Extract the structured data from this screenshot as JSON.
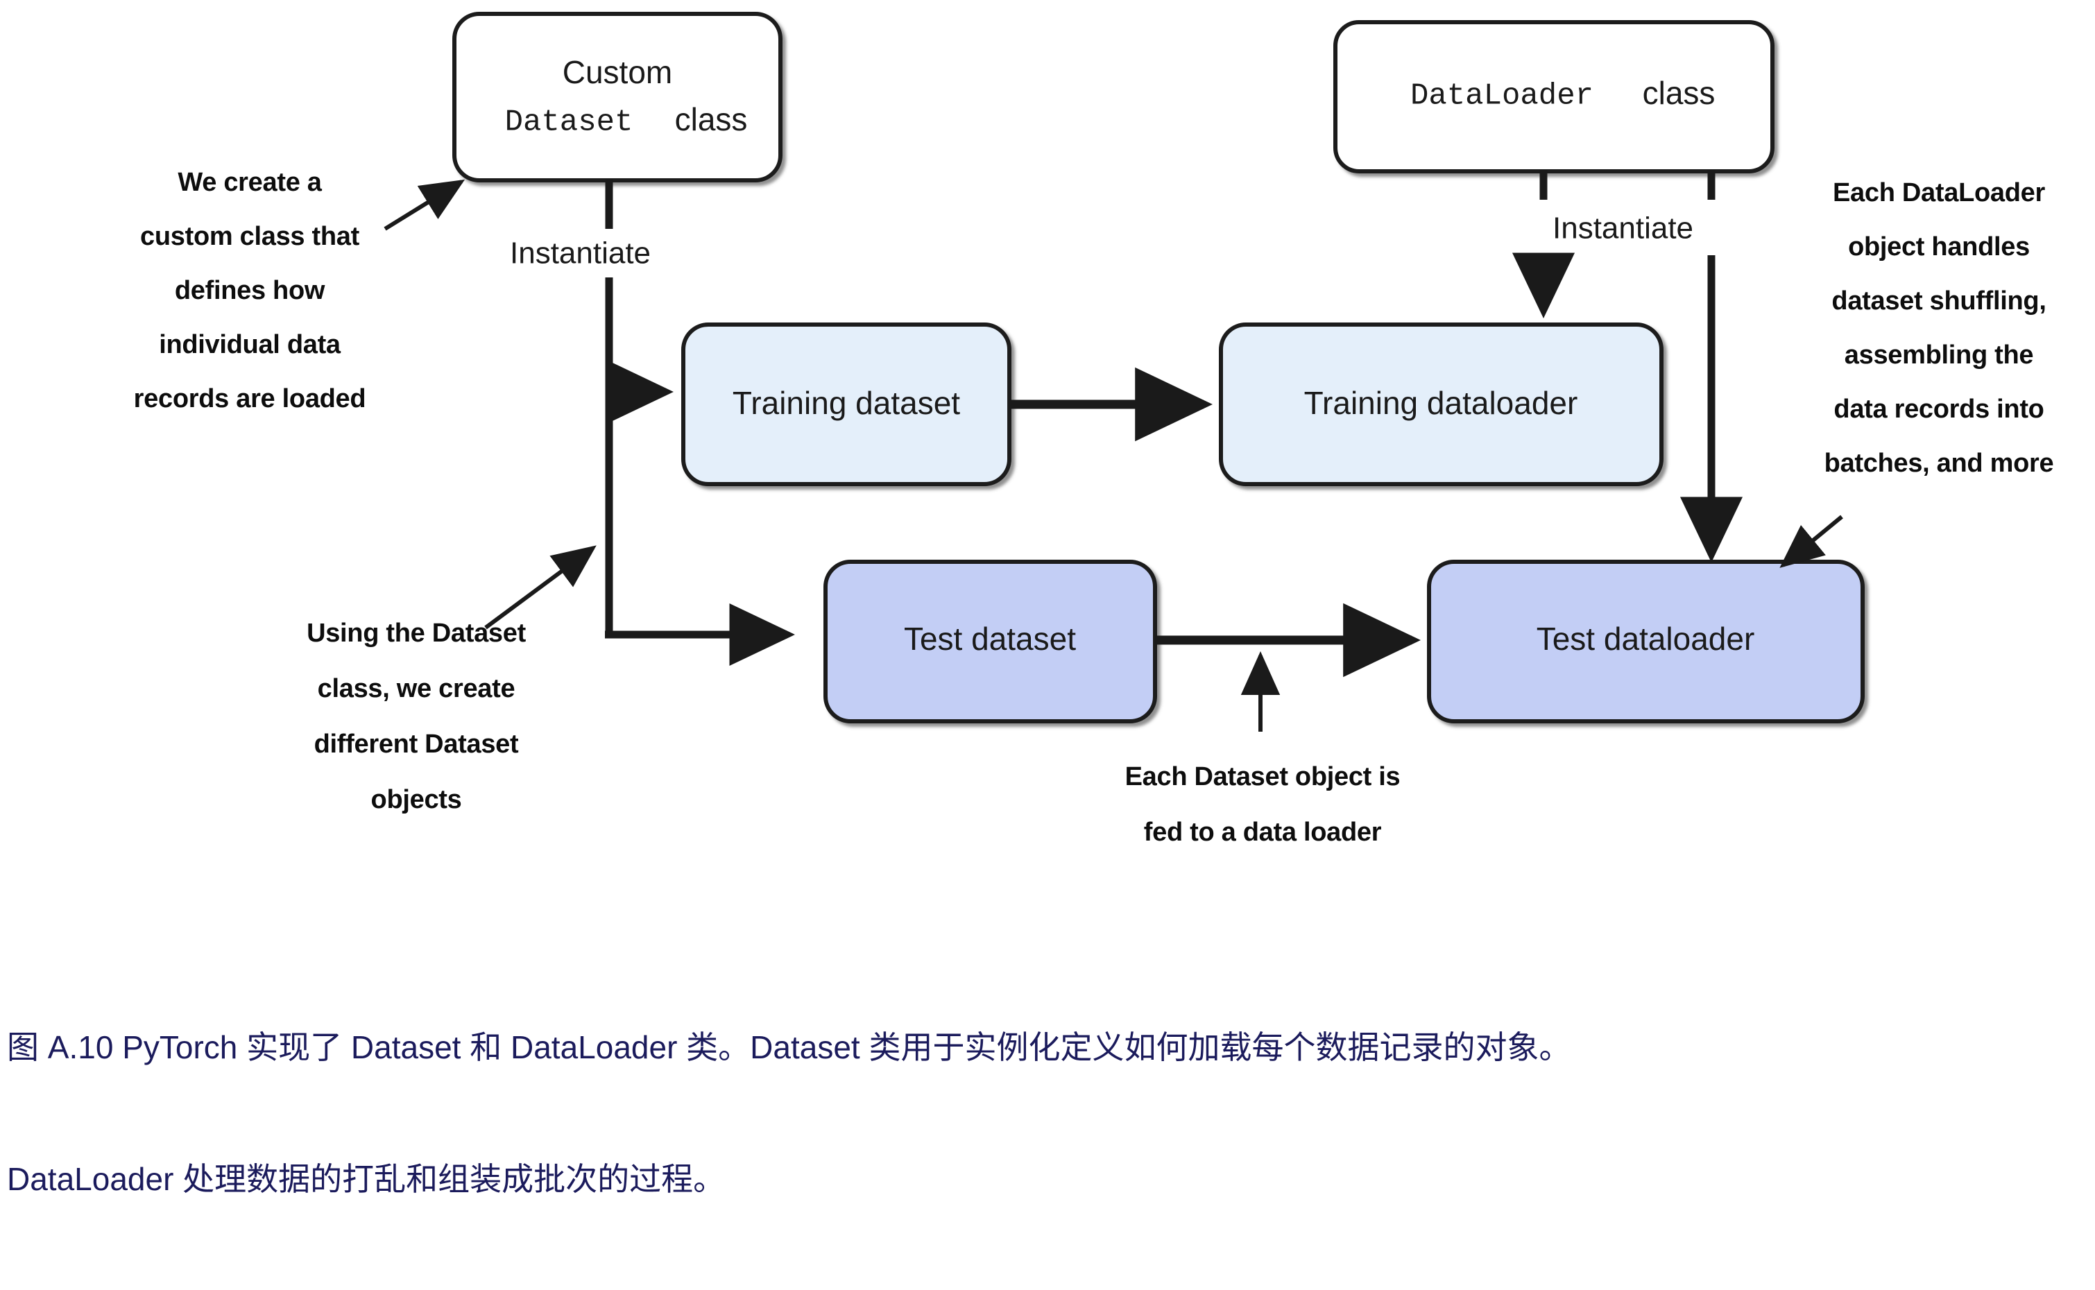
{
  "diagram": {
    "title_nodes": {
      "custom_dataset": {
        "line1": "Custom",
        "line2": "Dataset",
        "line3": "class"
      },
      "dataloader": {
        "line1": "DataLoader",
        "line2": "class"
      }
    },
    "nodes": [
      {
        "id": "training-dataset",
        "label": "Training dataset",
        "fill": "#e4effa"
      },
      {
        "id": "training-dataloader",
        "label": "Training dataloader",
        "fill": "#e4effa"
      },
      {
        "id": "test-dataset",
        "label": "Test dataset",
        "fill": "#c3cef5"
      },
      {
        "id": "test-dataloader",
        "label": "Test dataloader",
        "fill": "#c3cef5"
      }
    ],
    "edge_labels": {
      "instantiate_left": "Instantiate",
      "instantiate_right": "Instantiate"
    },
    "annotations": {
      "left_top": [
        "We create a",
        "custom class that",
        "defines how",
        "individual data",
        "records are loaded"
      ],
      "left_bottom": [
        "Using the Dataset",
        "class, we create",
        "different Dataset",
        "objects"
      ],
      "right": [
        "Each DataLoader",
        "object handles",
        "dataset shuffling,",
        "assembling the",
        "data records into",
        "batches, and more"
      ],
      "bottom_center": [
        "Each Dataset object is",
        "fed to a data loader"
      ]
    },
    "colors": {
      "stroke": "#1a1a1a",
      "light_blue": "#e4effa",
      "mid_blue": "#c3cef5",
      "white": "#ffffff",
      "caption": "#1b1b5c"
    }
  },
  "caption": {
    "line1": "图 A.10 PyTorch 实现了 Dataset 和 DataLoader 类。Dataset 类用于实例化定义如何加载每个数据记录的对象。",
    "line2": "DataLoader 处理数据的打乱和组装成批次的过程。"
  }
}
